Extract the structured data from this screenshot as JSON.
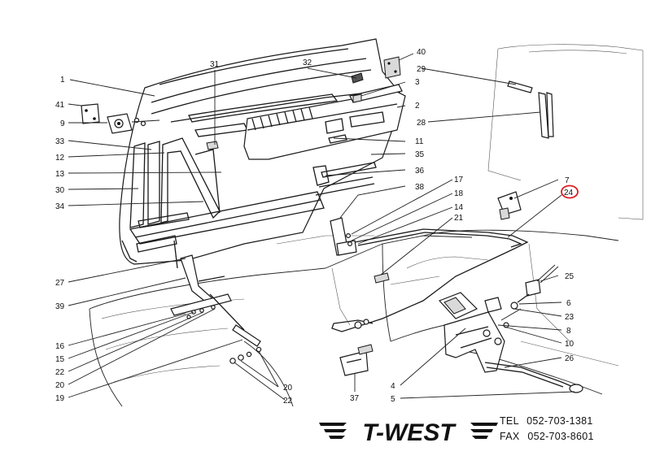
{
  "diagram": {
    "callouts": {
      "c1": "1",
      "c2": "2",
      "c3": "3",
      "c4": "4",
      "c5": "5",
      "c6": "6",
      "c7": "7",
      "c8": "8",
      "c9": "9",
      "c10": "10",
      "c11": "11",
      "c12": "12",
      "c13": "13",
      "c14": "14",
      "c16": "16",
      "c17": "17",
      "c18": "18",
      "c19": "19",
      "c20a": "20",
      "c20b": "20",
      "c21": "21",
      "c22a": "22",
      "c22b": "22",
      "c23": "23",
      "c24": "24",
      "c25": "25",
      "c26": "26",
      "c27": "27",
      "c28": "28",
      "c29": "29",
      "c30": "30",
      "c31": "31",
      "c32": "32",
      "c33": "33",
      "c34": "34",
      "c35": "35",
      "c36": "36",
      "c37": "37",
      "c38": "38",
      "c39": "39",
      "c40": "40",
      "c41": "41",
      "c15": "15"
    },
    "highlighted_part": "24",
    "highlight_color": "#e0191f"
  },
  "brand": {
    "name": "T-WEST",
    "tel_label": "TEL",
    "tel": "052-703-1381",
    "fax_label": "FAX",
    "fax": "052-703-8601"
  }
}
